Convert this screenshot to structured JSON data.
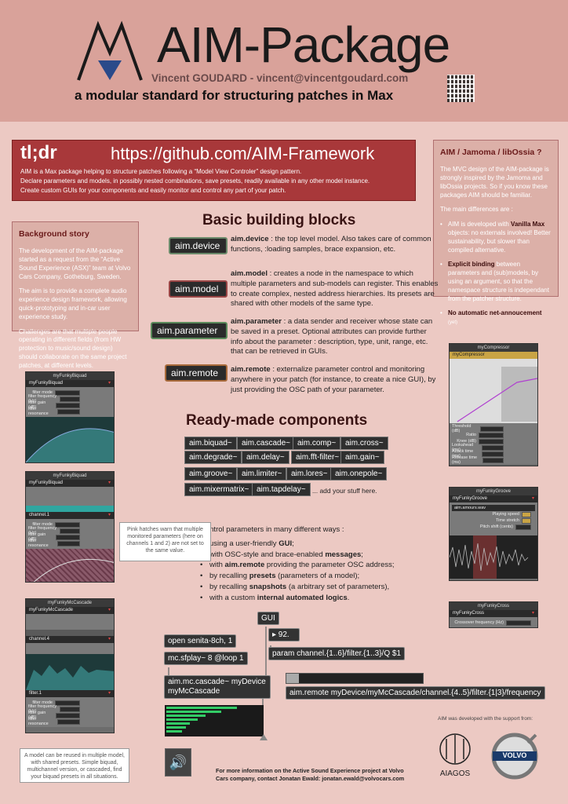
{
  "header": {
    "title": "AIM-Package",
    "author": "Vincent GOUDARD - vincent@vincentgoudard.com",
    "subtitle": "a modular standard for structuring patches in Max"
  },
  "tldr": {
    "label": "tl;dr",
    "url": "https://github.com/AIM-Framework",
    "lines": [
      "AIM is a Max package helping to structure patches following a “Model View Controler” design pattern.",
      "Declare parameters and models, in possibly nested combinations, save presets, readily available in any other model instance.",
      "Create custom GUIs for your components and easily monitor and control any part of your patch."
    ]
  },
  "aim_box": {
    "title": "AIM / Jamoma / libOssia ?",
    "intro": "The MVC design of the AIM-package is strongly inspired by the Jamoma and libOssia projects. So if you know these packages AIM should be familiar.",
    "diff_title": "The main differences are :",
    "item1_b": "Vanilla Max",
    "item1_pre": "AIM is developed with ",
    "item1_post": " objects: no externals involved! Better sustainability, but slower than compiled alternative.",
    "item2_b": "Explicit binding",
    "item2_post": " between parameters and (sub)models, by using an argument, so that the namespace structure is independant from the patcher structure.",
    "item3_b": "No automatic net-annoucement",
    "item3_post": " (yet)"
  },
  "background": {
    "title": "Background story",
    "p1": "The development of the AIM-package started as a request from the “Active Sound Experience (ASX)” team at Volvo Cars Company, Gotheburg, Sweden.",
    "p2": "The aim is to provide a complete audio experience design framework, allowing quick-prototyping and in-car user experience study.",
    "p3": "Challenges are that multiple people operating in different fields (from HW protection to music/sound design) should collaborate on the same project patches, at different levels."
  },
  "building_blocks": {
    "title": "Basic building blocks",
    "items": [
      {
        "name": "aim.device",
        "desc": " : the top level model. Also takes care of common functions, :loading samples, brace expansion, etc."
      },
      {
        "name": "aim.model",
        "desc": " : creates a node in the namespace to which multiple parameters and sub-models can register. This enables to create complex, nested address hierarchies. Its presets are shared with other models of the same type."
      },
      {
        "name": "aim.parameter",
        "desc": " : a data sender and receiver whose state can be saved in a preset. Optional attributes can provide further info about the parameter : description, type, unit, range, etc. that can be retrieved in GUIs."
      },
      {
        "name": "aim.remote",
        "desc": " : externalize parameter control and monitoring anywhere in your patch (for instance, to create a nice GUI), by just providing the OSC path of your parameter."
      }
    ]
  },
  "ready_made": {
    "title": "Ready-made components",
    "chips": [
      "aim.biquad~",
      "aim.cascade~",
      "aim.comp~",
      "aim.cross~",
      "aim.degrade~",
      "aim.delay~",
      "aim.fft-filter~",
      "aim.gain~",
      "aim.groove~",
      "aim.limiter~",
      "aim.lores~",
      "aim.onepole~",
      "aim.mixermatrix~",
      "aim.tapdelay~"
    ],
    "add": "... add your stuff here."
  },
  "control": {
    "title": "Control parameters in many different ways :",
    "items": [
      {
        "pre": "using a user-friendly ",
        "b": "GUI",
        "post": ";"
      },
      {
        "pre": "with OSC-style and brace-enabled ",
        "b": "messages",
        "post": ";"
      },
      {
        "pre": "with ",
        "b": "aim.remote",
        "post": " providing the parameter OSC address;"
      },
      {
        "pre": "by recalling ",
        "b": "presets",
        "post": " (parameters of a model);"
      },
      {
        "pre": "by recalling ",
        "b": "snapshots",
        "post": " (a arbitrary set of parameters),"
      },
      {
        "pre": "with a custom ",
        "b": "internal automated logics",
        "post": "."
      }
    ]
  },
  "notes": {
    "pink": "Pink hatches warn that multiple monitored parameters (here on channels 1 and 2) are not set to the same value.",
    "model": "A model can be reused in multiple model, with shared presets. Simple biquad, multichannel version, or cascaded, find your biquad presets in all situations."
  },
  "patch": {
    "gui": "GUI",
    "open": "open senita-8ch, 1",
    "sfplay": "mc.sfplay~ 8 @loop 1",
    "num": "▸ 92.",
    "param": "param channel.{1..6}/filter.{1..3}/Q $1",
    "cascade": "aim.mc.cascade~ myDevice myMcCascade",
    "remote": "aim.remote myDevice/myMcCascade/channel.{4..5}/filter.{1|3}/frequency"
  },
  "windows": {
    "biquad1_title": "myFunkyBiquad",
    "biquad1_hd": "myFunkyBiquad",
    "biquad2_title": "myFunkyBiquad",
    "cascade_title": "myFunkyMcCascade",
    "comp_title": "myCompressor",
    "comp_hd": "myCompressor",
    "groove_title": "myFunkyGroove",
    "groove_hd": "myFunkyGroove",
    "groove_file": "aim.amours.wav",
    "cross_title": "myFunkyCross",
    "cross_hd": "myFunkyCross",
    "filter_mode": "filter mode",
    "filter_freq": "filter frequency (Hz)",
    "filter_gain": "filter gain (dB)",
    "filter_res": "filter resonance",
    "comp_rows": [
      "Threshold (dB)",
      "Ratio",
      "Knee (dB)",
      "Lookahead (ms)",
      "Attack time (ms)",
      "Release time (ms)"
    ],
    "groove_rows": [
      "Playing speed",
      "Time stretch",
      "Pitch shift (cents)"
    ],
    "cross_row": "Crossover frequency (Hz)"
  },
  "footer": {
    "info": "For more information on the Active Sound Experience project at Volvo Cars company, contact Jonatan Ewald: jonatan.ewald@volvocars.com",
    "support": "AIM was developed with the support from:",
    "aiagos": "AIAGOS",
    "volvo": "VOLVO"
  },
  "colors": {
    "header_bg": "#d9a29a",
    "page_bg": "#ecc9c3",
    "tldr_bg": "#a8383a",
    "accent": "#3a1414"
  }
}
